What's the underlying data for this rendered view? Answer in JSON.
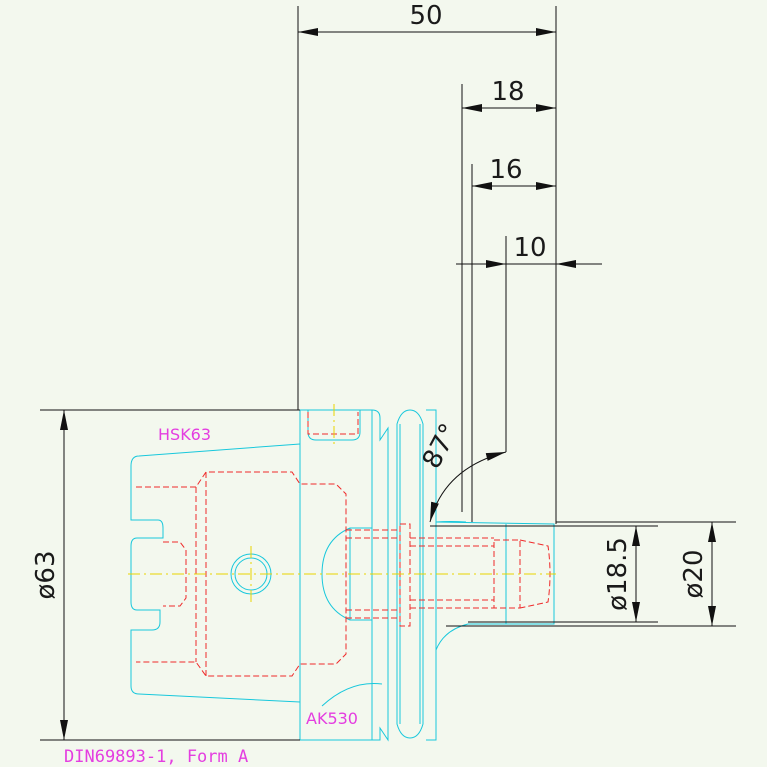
{
  "dimensions": {
    "overall_length": "50",
    "length_18": "18",
    "length_16": "16",
    "length_10": "10",
    "angle": "87°",
    "dia_63": "ø63",
    "dia_18_5": "ø18.5",
    "dia_20": "ø20"
  },
  "labels": {
    "interface": "HSK63",
    "adapter": "AK530",
    "standard": "DIN69893-1, Form A"
  },
  "colors": {
    "dimension": "#111111",
    "outline": "#18c8dc",
    "hidden": "#ef2a2a",
    "centerline": "#e8d400",
    "annotation": "#e43ee0",
    "background": "#f3f8ee"
  }
}
